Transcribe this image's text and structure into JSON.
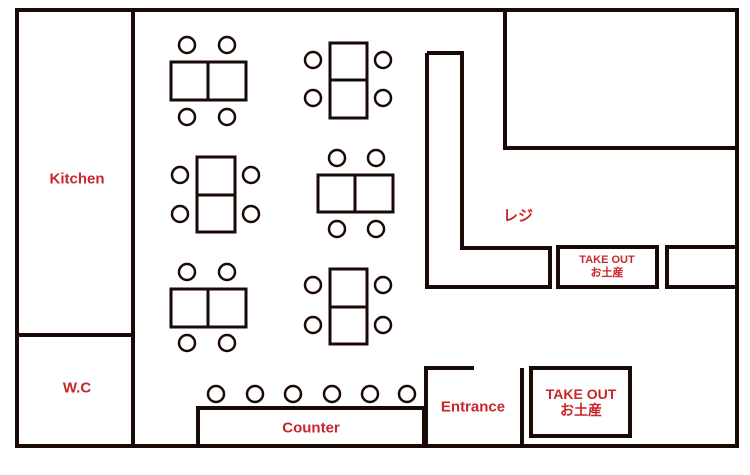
{
  "labels": {
    "kitchen": "Kitchen",
    "wc": "W.C",
    "register": "レジ",
    "takeout_1": {
      "line1": "TAKE OUT",
      "line2": "お土産"
    },
    "takeout_2": {
      "line1": "TAKE OUT",
      "line2": "お土産"
    },
    "entrance": "Entrance",
    "counter": "Counter"
  },
  "colors": {
    "label": "#c8262a",
    "wall": "#1a0a05"
  }
}
